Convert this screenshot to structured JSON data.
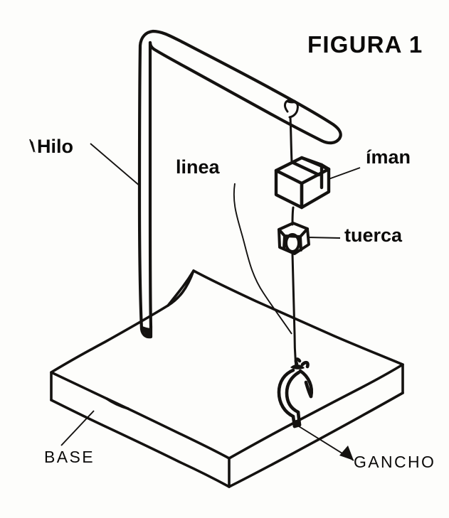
{
  "figure": {
    "title": "FIGURA 1",
    "background_color": "#fdfdfb",
    "ink_color": "#141210"
  },
  "labels": {
    "thread": "Hilo",
    "line": "linea",
    "magnet": "íman",
    "nut": "tuerca",
    "base": "BASE",
    "hook": "GANCHO"
  },
  "parts": {
    "stand_rod": "stand-rod",
    "thread_knot": "thread-knot",
    "magnet_block": "magnet-block",
    "hex_nut": "hex-nut",
    "hanging_line": "hanging-line",
    "wire_hook": "wire-hook",
    "base_slab": "base-slab"
  }
}
